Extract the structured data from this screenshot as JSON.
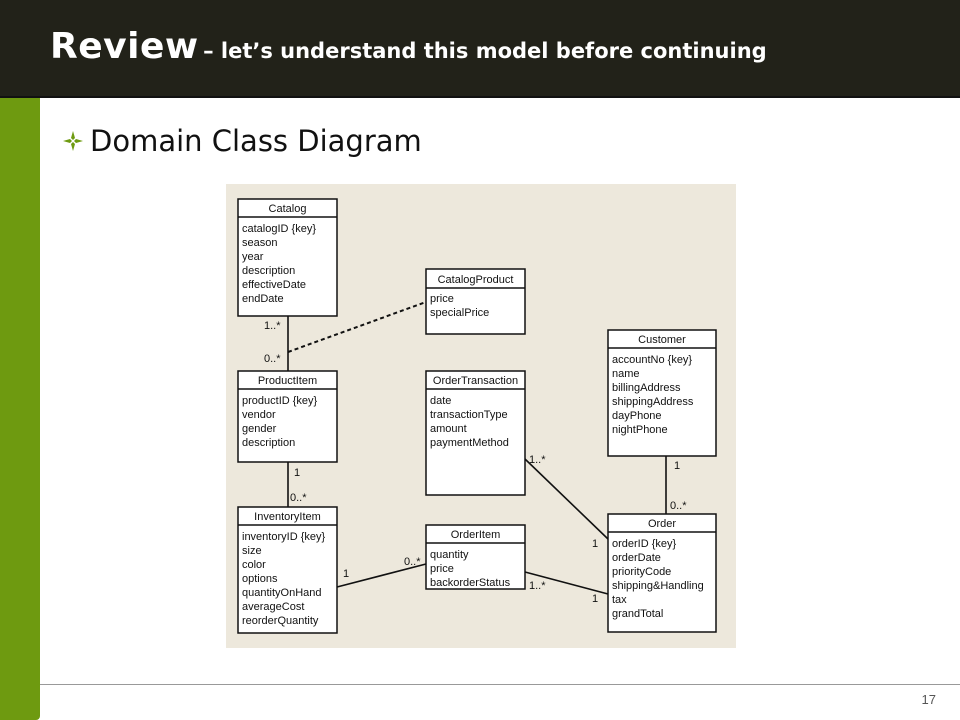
{
  "slide": {
    "title": "Review",
    "subtitle": "– let’s understand this model before continuing",
    "bullet": "Domain Class Diagram",
    "page_number": "17",
    "colors": {
      "header": "#222219",
      "accent": "#6e9a10",
      "diagram_bg": "#ede8dc"
    }
  },
  "diagram": {
    "classes": {
      "catalog": {
        "name": "Catalog",
        "attrs": [
          "catalogID {key}",
          "season",
          "year",
          "description",
          "effectiveDate",
          "endDate"
        ]
      },
      "catalog_product": {
        "name": "CatalogProduct",
        "attrs": [
          "price",
          "specialPrice"
        ]
      },
      "product_item": {
        "name": "ProductItem",
        "attrs": [
          "productID {key}",
          "vendor",
          "gender",
          "description"
        ]
      },
      "order_transaction": {
        "name": "OrderTransaction",
        "attrs": [
          "date",
          "transactionType",
          "amount",
          "paymentMethod"
        ]
      },
      "customer": {
        "name": "Customer",
        "attrs": [
          "accountNo {key}",
          "name",
          "billingAddress",
          "shippingAddress",
          "dayPhone",
          "nightPhone"
        ]
      },
      "inventory_item": {
        "name": "InventoryItem",
        "attrs": [
          "inventoryID {key}",
          "size",
          "color",
          "options",
          "quantityOnHand",
          "averageCost",
          "reorderQuantity"
        ]
      },
      "order_item": {
        "name": "OrderItem",
        "attrs": [
          "quantity",
          "price",
          "backorderStatus"
        ]
      },
      "order": {
        "name": "Order",
        "attrs": [
          "orderID {key}",
          "orderDate",
          "priorityCode",
          "shipping&Handling",
          "tax",
          "grandTotal"
        ]
      }
    },
    "multiplicities": {
      "catalog_productitem_top": "1..*",
      "catalog_productitem_bottom": "0..*",
      "productitem_inventory_top": "1",
      "productitem_inventory_bottom": "0..*",
      "inventory_orderitem_left": "1",
      "inventory_orderitem_right": "0..*",
      "orderitem_order_left": "1..*",
      "orderitem_order_right": "1",
      "transaction_order_left": "1..*",
      "transaction_order_right": "1",
      "customer_order_top": "1",
      "customer_order_bottom": "0..*"
    }
  }
}
